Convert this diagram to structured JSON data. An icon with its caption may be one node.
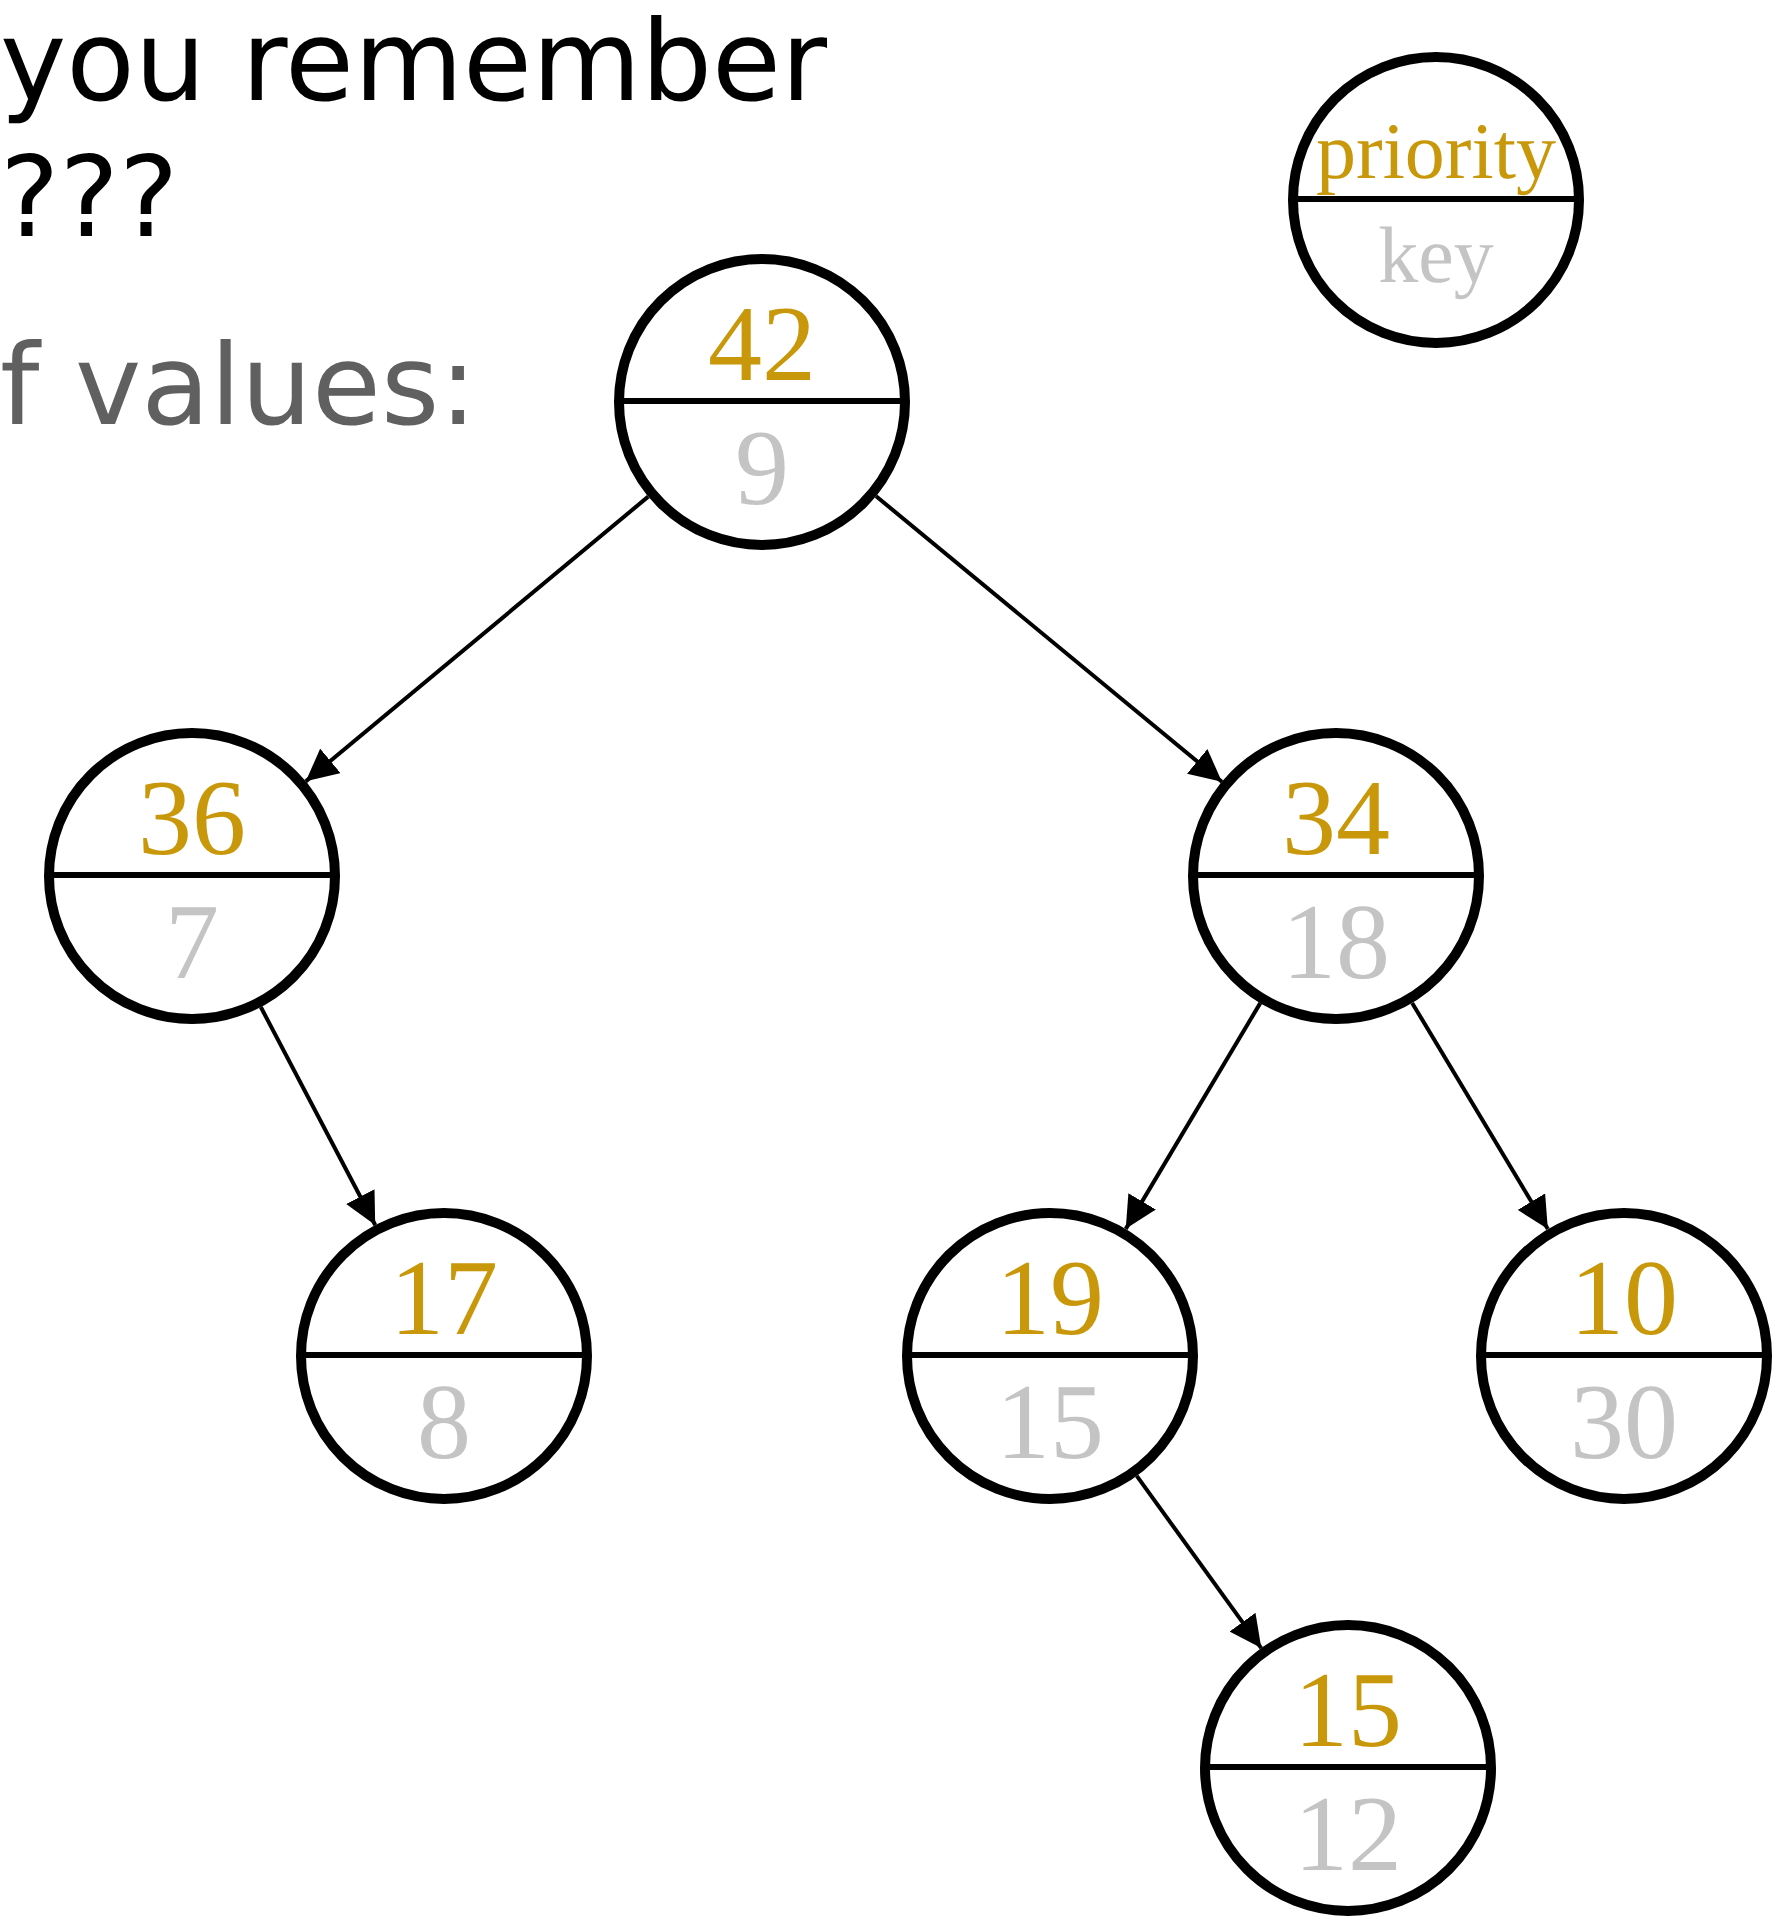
{
  "diagram": {
    "nodes": [
      {
        "text": [
          "priority",
          "key"
        ]
      },
      {
        "text": [
          "42",
          "9"
        ]
      },
      {
        "text": [
          "36",
          "7"
        ]
      },
      {
        "text": [
          "34",
          "18"
        ]
      },
      {
        "text": [
          "17",
          "8"
        ]
      },
      {
        "text": [
          "19",
          "15"
        ]
      },
      {
        "text": [
          "10",
          "30"
        ]
      },
      {
        "text": [
          "15",
          "12"
        ]
      }
    ],
    "edges": [
      {
        "from": 1,
        "to": 2,
        "arrow": "to"
      },
      {
        "from": 1,
        "to": 3,
        "arrow": "to"
      },
      {
        "from": 2,
        "to": 4,
        "arrow": "to"
      },
      {
        "from": 3,
        "to": 5,
        "arrow": "to"
      },
      {
        "from": 3,
        "to": 6,
        "arrow": "to"
      },
      {
        "from": 5,
        "to": 7,
        "arrow": "to"
      }
    ],
    "labels": [
      "you remember",
      "???",
      "f values:"
    ]
  }
}
